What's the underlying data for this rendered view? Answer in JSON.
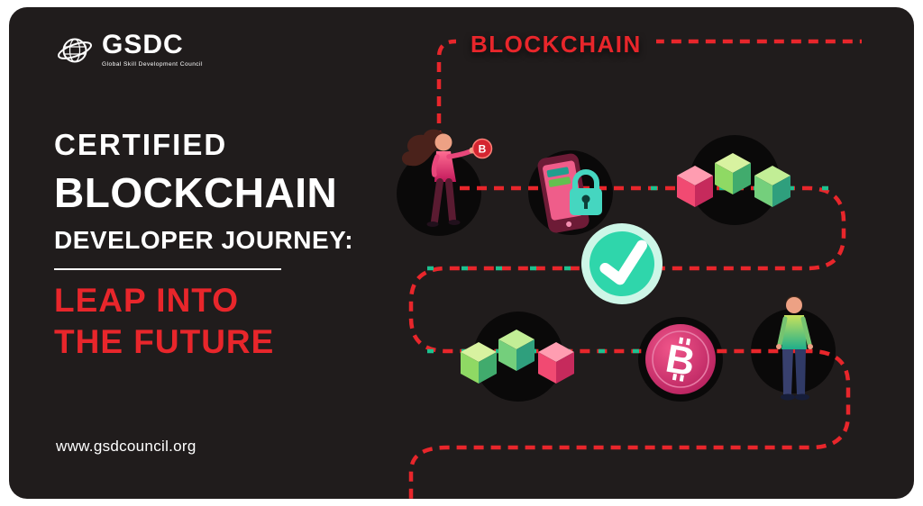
{
  "brand": {
    "name": "GSDC",
    "tagline": "Global Skill Development Council"
  },
  "path_label": "BLOCKCHAIN",
  "headline": {
    "line1": "CERTIFIED",
    "line2": "BLOCKCHAIN",
    "line3": "DEVELOPER JOURNEY:",
    "line4": "LEAP INTO",
    "line5": "THE FUTURE"
  },
  "footer": {
    "website": "www.gsdcouncil.org"
  },
  "symbols": {
    "bitcoin": "B"
  },
  "colors": {
    "background": "#201c1c",
    "halo": "#0a0909",
    "accent_red": "#e8262b",
    "teal_dash": "#1dc08f",
    "check_teal": "#2fd6ab",
    "coin_pink": "#c62a5c",
    "white": "#ffffff"
  },
  "journey_steps": [
    {
      "name": "woman-holding-bitcoin"
    },
    {
      "name": "secure-wallet-phone-lock"
    },
    {
      "name": "blockchain-cubes-top"
    },
    {
      "name": "verification-checkmark"
    },
    {
      "name": "blockchain-cubes-bottom"
    },
    {
      "name": "bitcoin-coin"
    },
    {
      "name": "developer-person"
    }
  ]
}
